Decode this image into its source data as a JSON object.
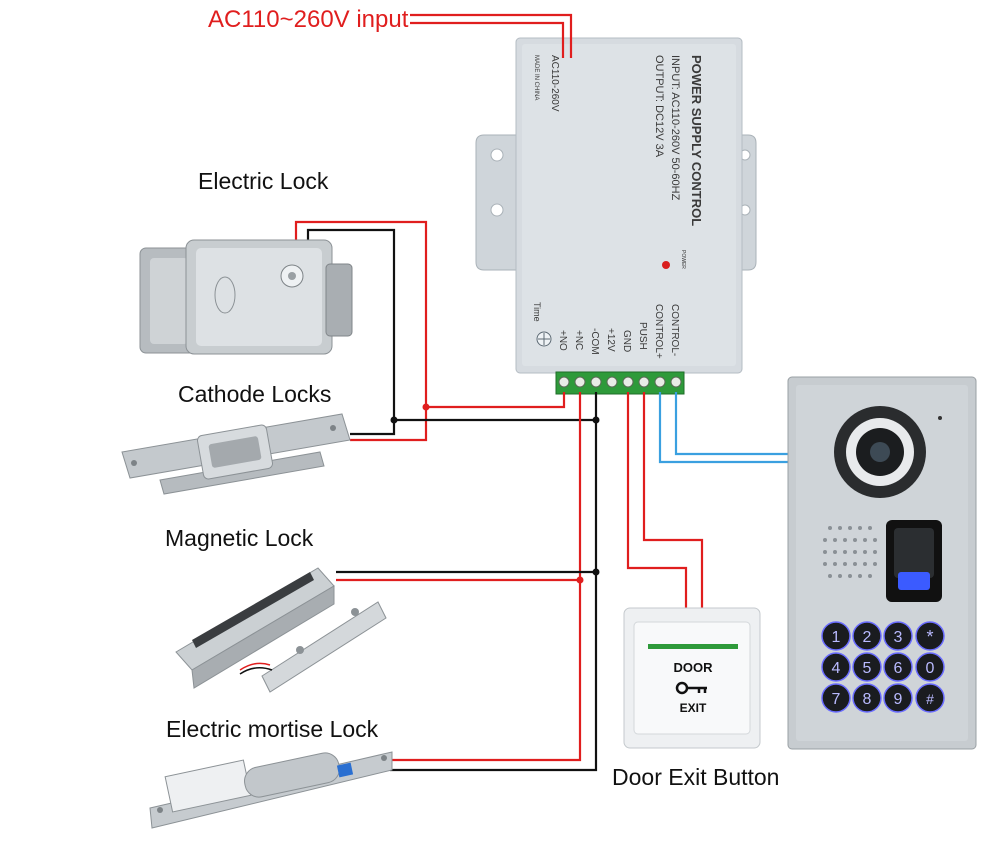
{
  "labels": {
    "ac_input": "AC110~260V input",
    "electric_lock": "Electric Lock",
    "cathode_locks": "Cathode Locks",
    "magnetic_lock": "Magnetic Lock",
    "mortise_lock": "Electric mortise Lock",
    "exit_button": "Door Exit Button"
  },
  "power_supply": {
    "title": "POWER SUPPLY CONTROL",
    "input": "INPUT: AC110-260V 50-60HZ",
    "output": "OUTPUT: DC12V 3A",
    "ac_terminal": "AC110-260V",
    "made_in": "MADE IN CHINA",
    "power_led": "POWER",
    "time_label": "Time",
    "terminals": [
      "+NO",
      "+NC",
      "-COM",
      "+12V",
      "GND",
      "PUSH",
      "CONTROL+",
      "CONTROL-"
    ]
  },
  "exit_button": {
    "line1": "DOOR",
    "line2": "EXIT"
  },
  "keypad": {
    "keys": [
      "1",
      "2",
      "3",
      "*",
      "4",
      "5",
      "6",
      "0",
      "7",
      "8",
      "9",
      "#"
    ]
  },
  "colors": {
    "wire_red": "#e01e1e",
    "wire_black": "#111111",
    "wire_blue": "#3aa0e0",
    "psu_body": "#d6dbe0",
    "terminal_green": "#2e9a3a",
    "keypad_glow": "#6a6cff"
  }
}
